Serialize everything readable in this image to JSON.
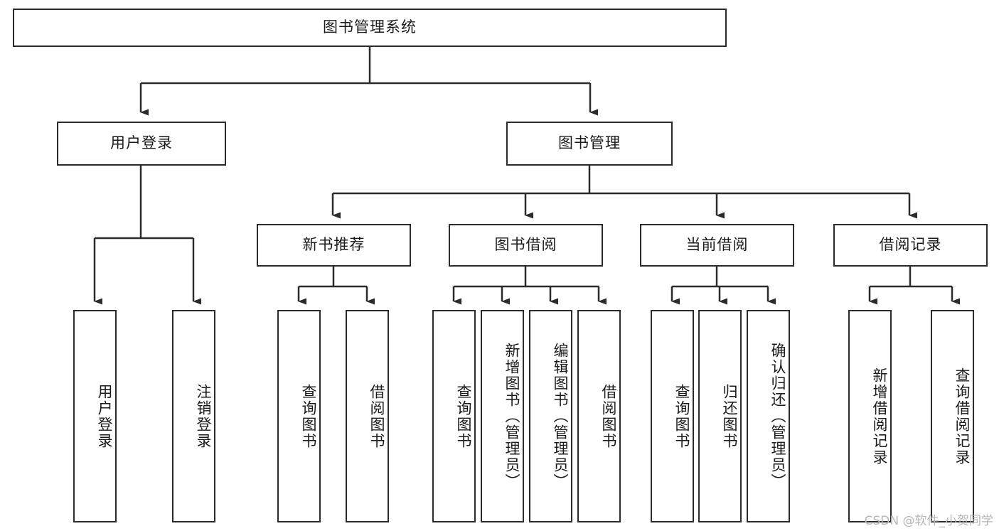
{
  "diagram": {
    "title": "图书管理系统",
    "type": "tree",
    "watermark": "CSDN @软件_小贺同学",
    "colors": {
      "stroke": "#2b2b2b",
      "box_fill": "#ffffff",
      "text": "#1a1a1a",
      "background": "#ffffff",
      "watermark": "#b6b6b6"
    },
    "root": {
      "id": "root",
      "label": "图书管理系统"
    },
    "level2": [
      {
        "id": "user-login",
        "label": "用户登录"
      },
      {
        "id": "book-management",
        "label": "图书管理"
      }
    ],
    "level3": [
      {
        "id": "new-book-recommend",
        "label": "新书推荐",
        "parent": "book-management"
      },
      {
        "id": "book-borrow",
        "label": "图书借阅",
        "parent": "book-management"
      },
      {
        "id": "current-borrow",
        "label": "当前借阅",
        "parent": "book-management"
      },
      {
        "id": "borrow-record",
        "label": "借阅记录",
        "parent": "book-management"
      }
    ],
    "leaves": {
      "user-login": [
        {
          "id": "leaf-user-login",
          "label": "用户登录"
        },
        {
          "id": "leaf-logout-login",
          "label": "注销登录"
        }
      ],
      "new-book-recommend": [
        {
          "id": "leaf-query-book-1",
          "label": "查询图书"
        },
        {
          "id": "leaf-borrow-book-1",
          "label": "借阅图书"
        }
      ],
      "book-borrow": [
        {
          "id": "leaf-query-book-2",
          "label": "查询图书"
        },
        {
          "id": "leaf-add-book",
          "label": "新增图书（管理员）"
        },
        {
          "id": "leaf-edit-book",
          "label": "编辑图书（管理员）"
        },
        {
          "id": "leaf-borrow-book-2",
          "label": "借阅图书"
        }
      ],
      "current-borrow": [
        {
          "id": "leaf-query-book-3",
          "label": "查询图书"
        },
        {
          "id": "leaf-return-book",
          "label": "归还图书"
        },
        {
          "id": "leaf-confirm-return",
          "label": "确认归还（管理员）"
        }
      ],
      "borrow-record": [
        {
          "id": "leaf-add-record",
          "label": "新增借阅记录"
        },
        {
          "id": "leaf-query-record",
          "label": "查询借阅记录"
        }
      ]
    }
  }
}
